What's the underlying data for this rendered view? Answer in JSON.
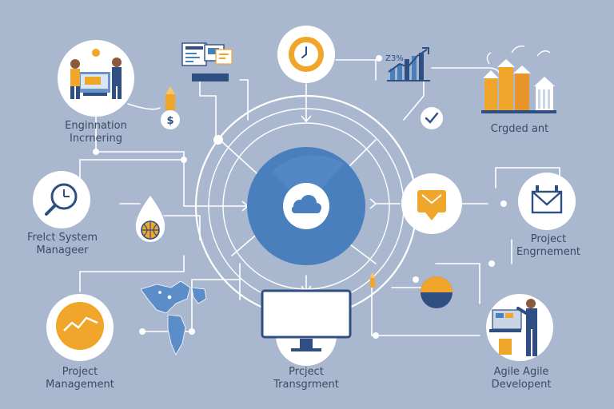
{
  "nodes": {
    "engineering": {
      "line1": "Enginnation",
      "line2": "Incrnering"
    },
    "finance": {
      "label": "Crgded ant"
    },
    "system_manager": {
      "line1": "Frelct System",
      "line2": "Manageer"
    },
    "project_engineering": {
      "line1": "Project",
      "line2": "Engrnement"
    },
    "project_management": {
      "line1": "Project",
      "line2": "Management"
    },
    "project_transport": {
      "line1": "Prcject",
      "line2": "Transgrment"
    },
    "agile": {
      "line1": "Agile Agile",
      "line2": "Developent"
    }
  },
  "chart_badge": {
    "label": "Z3%"
  },
  "colors": {
    "background": "#a9b8cf",
    "hub_blue": "#4a7fbd",
    "accent_orange": "#f0a62b",
    "line_white": "#ffffff",
    "navy": "#2f4f83"
  },
  "icons": {
    "hub": "cloud-icon",
    "top": "clock-icon",
    "right": "warning-sign-icon",
    "mail": "mail-icon",
    "left": "magnifier-clock-icon",
    "drop": "globe-icon",
    "bottom_left": "trend-line-icon",
    "bottom": "monitor-icon",
    "money": "dollar-icon",
    "check": "check-icon"
  }
}
